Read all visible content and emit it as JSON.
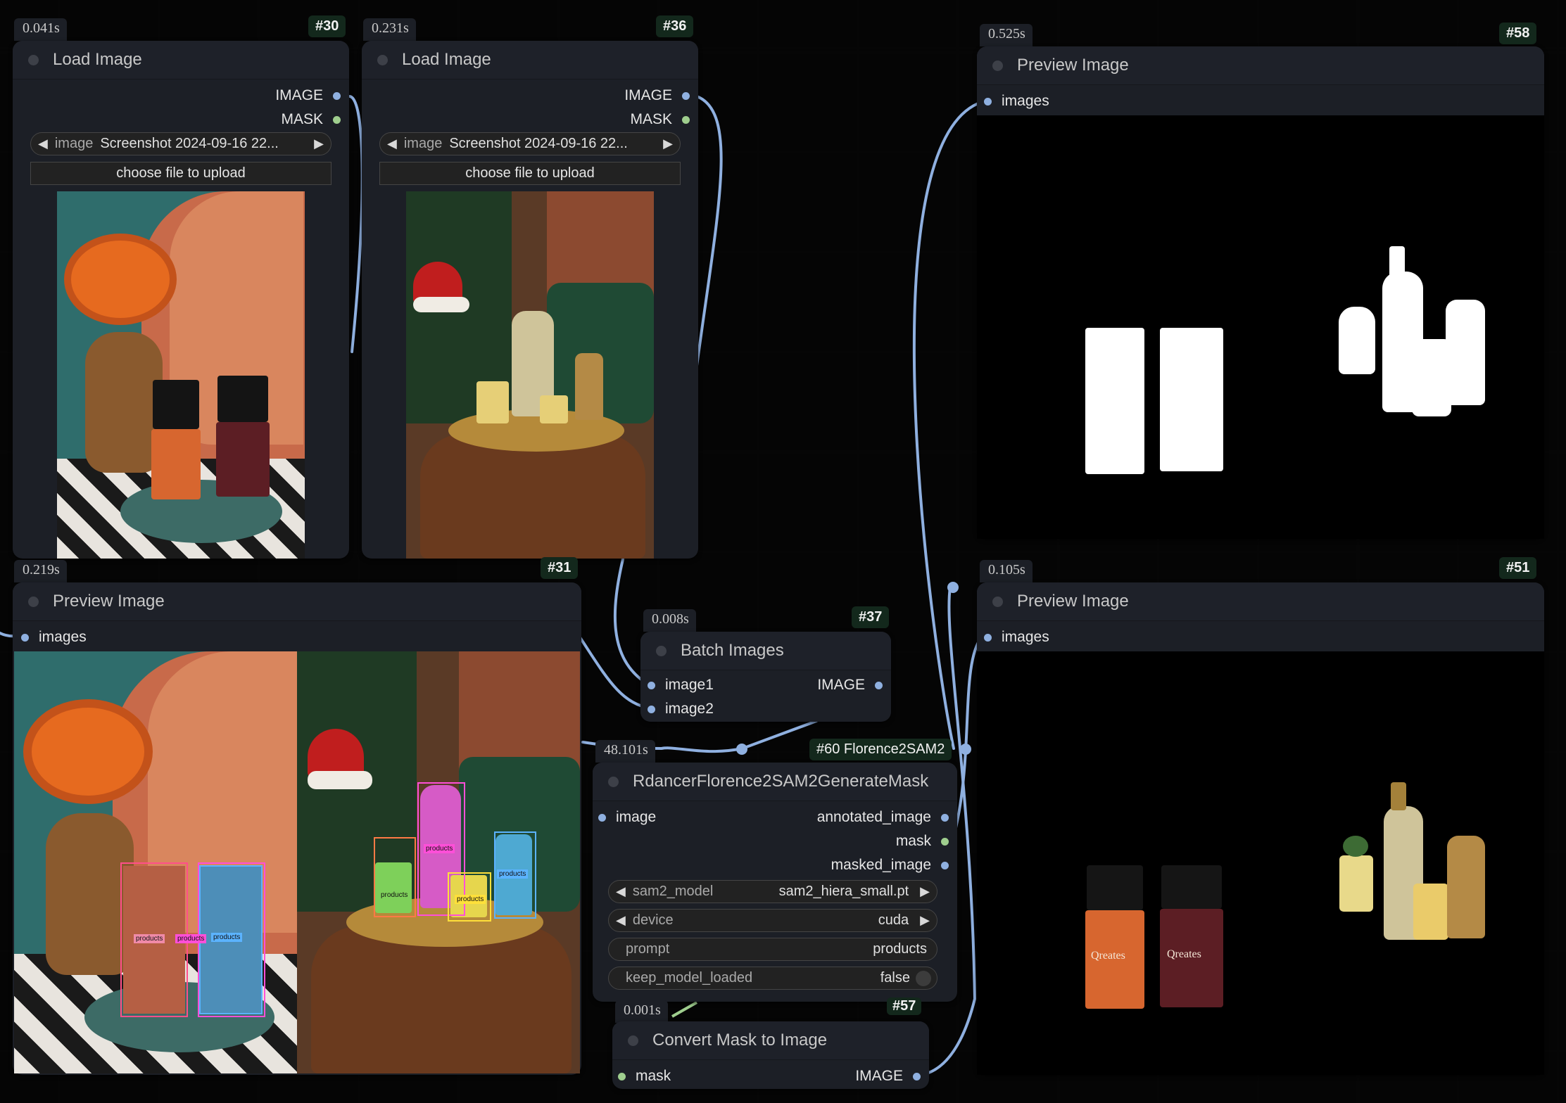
{
  "nodes": {
    "load1": {
      "id": "#30",
      "timing": "0.041s",
      "title": "Load Image",
      "out1": "IMAGE",
      "out2": "MASK",
      "image_label": "image",
      "image_value": "Screenshot 2024-09-16 22...",
      "upload": "choose file to upload"
    },
    "load2": {
      "id": "#36",
      "timing": "0.231s",
      "title": "Load Image",
      "out1": "IMAGE",
      "out2": "MASK",
      "image_label": "image",
      "image_value": "Screenshot 2024-09-16 22...",
      "upload": "choose file to upload"
    },
    "preview31": {
      "id": "#31",
      "timing": "0.219s",
      "title": "Preview Image",
      "in1": "images"
    },
    "preview58": {
      "id": "#58",
      "timing": "0.525s",
      "title": "Preview Image",
      "in1": "images"
    },
    "preview51": {
      "id": "#51",
      "timing": "0.105s",
      "title": "Preview Image",
      "in1": "images"
    },
    "batch": {
      "id": "#37",
      "timing": "0.008s",
      "title": "Batch Images",
      "in1": "image1",
      "in2": "image2",
      "out1": "IMAGE"
    },
    "florence": {
      "id": "#60 Florence2SAM2",
      "timing": "48.101s",
      "title": "RdancerFlorence2SAM2GenerateMask",
      "in1": "image",
      "out1": "annotated_image",
      "out2": "mask",
      "out3": "masked_image",
      "widgets": [
        {
          "label": "sam2_model",
          "value": "sam2_hiera_small.pt"
        },
        {
          "label": "device",
          "value": "cuda"
        },
        {
          "label": "prompt",
          "value": "products"
        },
        {
          "label": "keep_model_loaded",
          "value": "false"
        }
      ]
    },
    "convert": {
      "id": "#57",
      "timing": "0.001s",
      "title": "Convert Mask to Image",
      "in1": "mask",
      "out1": "IMAGE"
    }
  },
  "detection_tag": "products",
  "bottle_brand": "Qreates",
  "colors": {
    "wire": "#8fb0e0",
    "slot_image": "#8fb0e0",
    "slot_mask": "#9fce8e",
    "node_bg": "#1c1f26",
    "badge_bg": "#13281c"
  }
}
